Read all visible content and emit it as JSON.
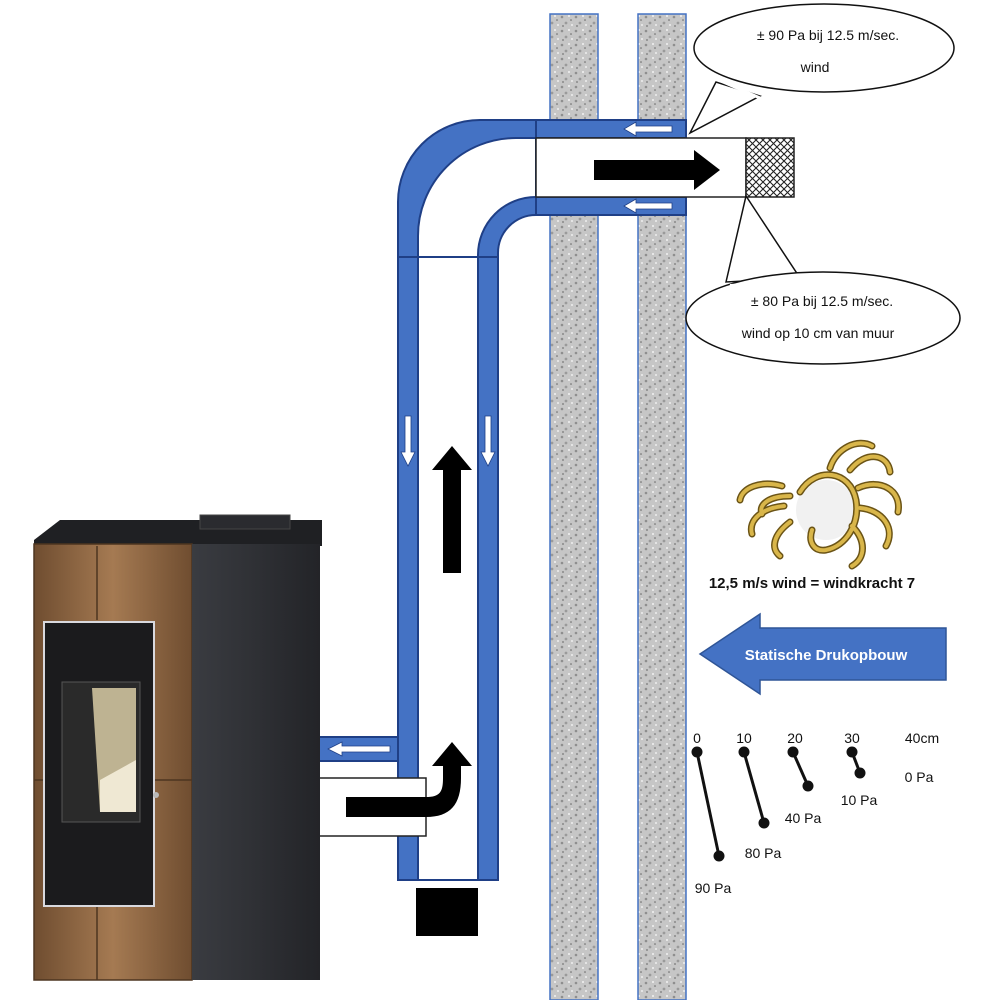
{
  "callouts": {
    "top_line1": "± 90 Pa bij 12.5 m/sec.",
    "top_line2": "wind",
    "bottom_line1": "± 80 Pa bij 12.5 m/sec.",
    "bottom_line2": "wind op 10 cm van muur"
  },
  "wind_caption": "12,5 m/s wind = windkracht 7",
  "pressure_arrow_label": "Statische Drukopbouw",
  "scale": {
    "distances": [
      "0",
      "10",
      "20",
      "30",
      "40cm"
    ],
    "pressures": [
      "90 Pa",
      "80 Pa",
      "40 Pa",
      "10 Pa",
      "0 Pa"
    ]
  },
  "colors": {
    "pipe_outer": "#4472c4",
    "pipe_stroke": "#1f3f86",
    "stove_body": "#8a6240",
    "stove_side": "#2f3136",
    "wall": "#bdbdbd",
    "arrow": "#000000"
  },
  "icons": [
    "wind-god-icon"
  ]
}
